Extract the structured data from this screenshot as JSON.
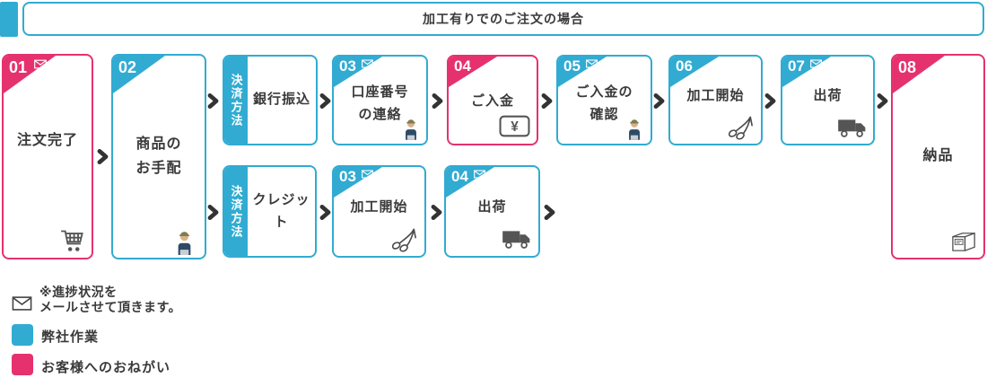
{
  "header": {
    "title": "加工有りでのご注文の場合"
  },
  "colors": {
    "cyan": "#31abd2",
    "pink": "#e5326e",
    "text": "#3a3a3a",
    "icon_gray": "#555555"
  },
  "icons": {
    "mail": "envelope ✉ outline",
    "cart": "shopping cart 🛒 outline",
    "worker": "person with laptop",
    "yen": "¥ in rounded rectangle",
    "scissors": "stylized scissors ✂",
    "truck": "delivery truck 🚚",
    "package": "cardboard box 📦 outline",
    "chevron": "❯ flow arrow"
  },
  "flow": {
    "steps": [
      {
        "number": "01",
        "label": "注文完了",
        "color": "pink",
        "mail": true,
        "icon": "cart-icon"
      },
      {
        "number": "02",
        "label_line1": "商品の",
        "label_line2": "お手配",
        "color": "cyan",
        "mail": false,
        "icon": "worker-icon"
      },
      {
        "side_label": "決済方法",
        "label": "銀行振込",
        "color": "cyan"
      },
      {
        "number": "03",
        "label_line1": "口座番号",
        "label_line2": "の連絡",
        "color": "cyan",
        "mail": true,
        "icon": "worker-icon"
      },
      {
        "number": "04",
        "label": "ご入金",
        "color": "pink",
        "mail": false,
        "icon": "yen-icon"
      },
      {
        "number": "05",
        "label_line1": "ご入金の",
        "label_line2": "確認",
        "color": "cyan",
        "mail": true,
        "icon": "worker-icon"
      },
      {
        "number": "06",
        "label": "加工開始",
        "color": "cyan",
        "mail": false,
        "icon": "scissors-icon"
      },
      {
        "number": "07",
        "label": "出荷",
        "color": "cyan",
        "mail": true,
        "icon": "truck-icon"
      },
      {
        "side_label": "決済方法",
        "label": "クレジット",
        "color": "cyan"
      },
      {
        "number": "03",
        "label": "加工開始",
        "color": "cyan",
        "mail": true,
        "icon": "scissors-icon"
      },
      {
        "number": "04",
        "label": "出荷",
        "color": "cyan",
        "mail": true,
        "icon": "truck-icon"
      },
      {
        "number": "08",
        "label": "納品",
        "color": "pink",
        "mail": false,
        "icon": "package-icon"
      }
    ]
  },
  "legend": {
    "note_line1": "※進捗状況を",
    "note_line2": "メールさせて頂きます。",
    "company_label": "弊社作業",
    "customer_label": "お客様へのおねがい"
  }
}
